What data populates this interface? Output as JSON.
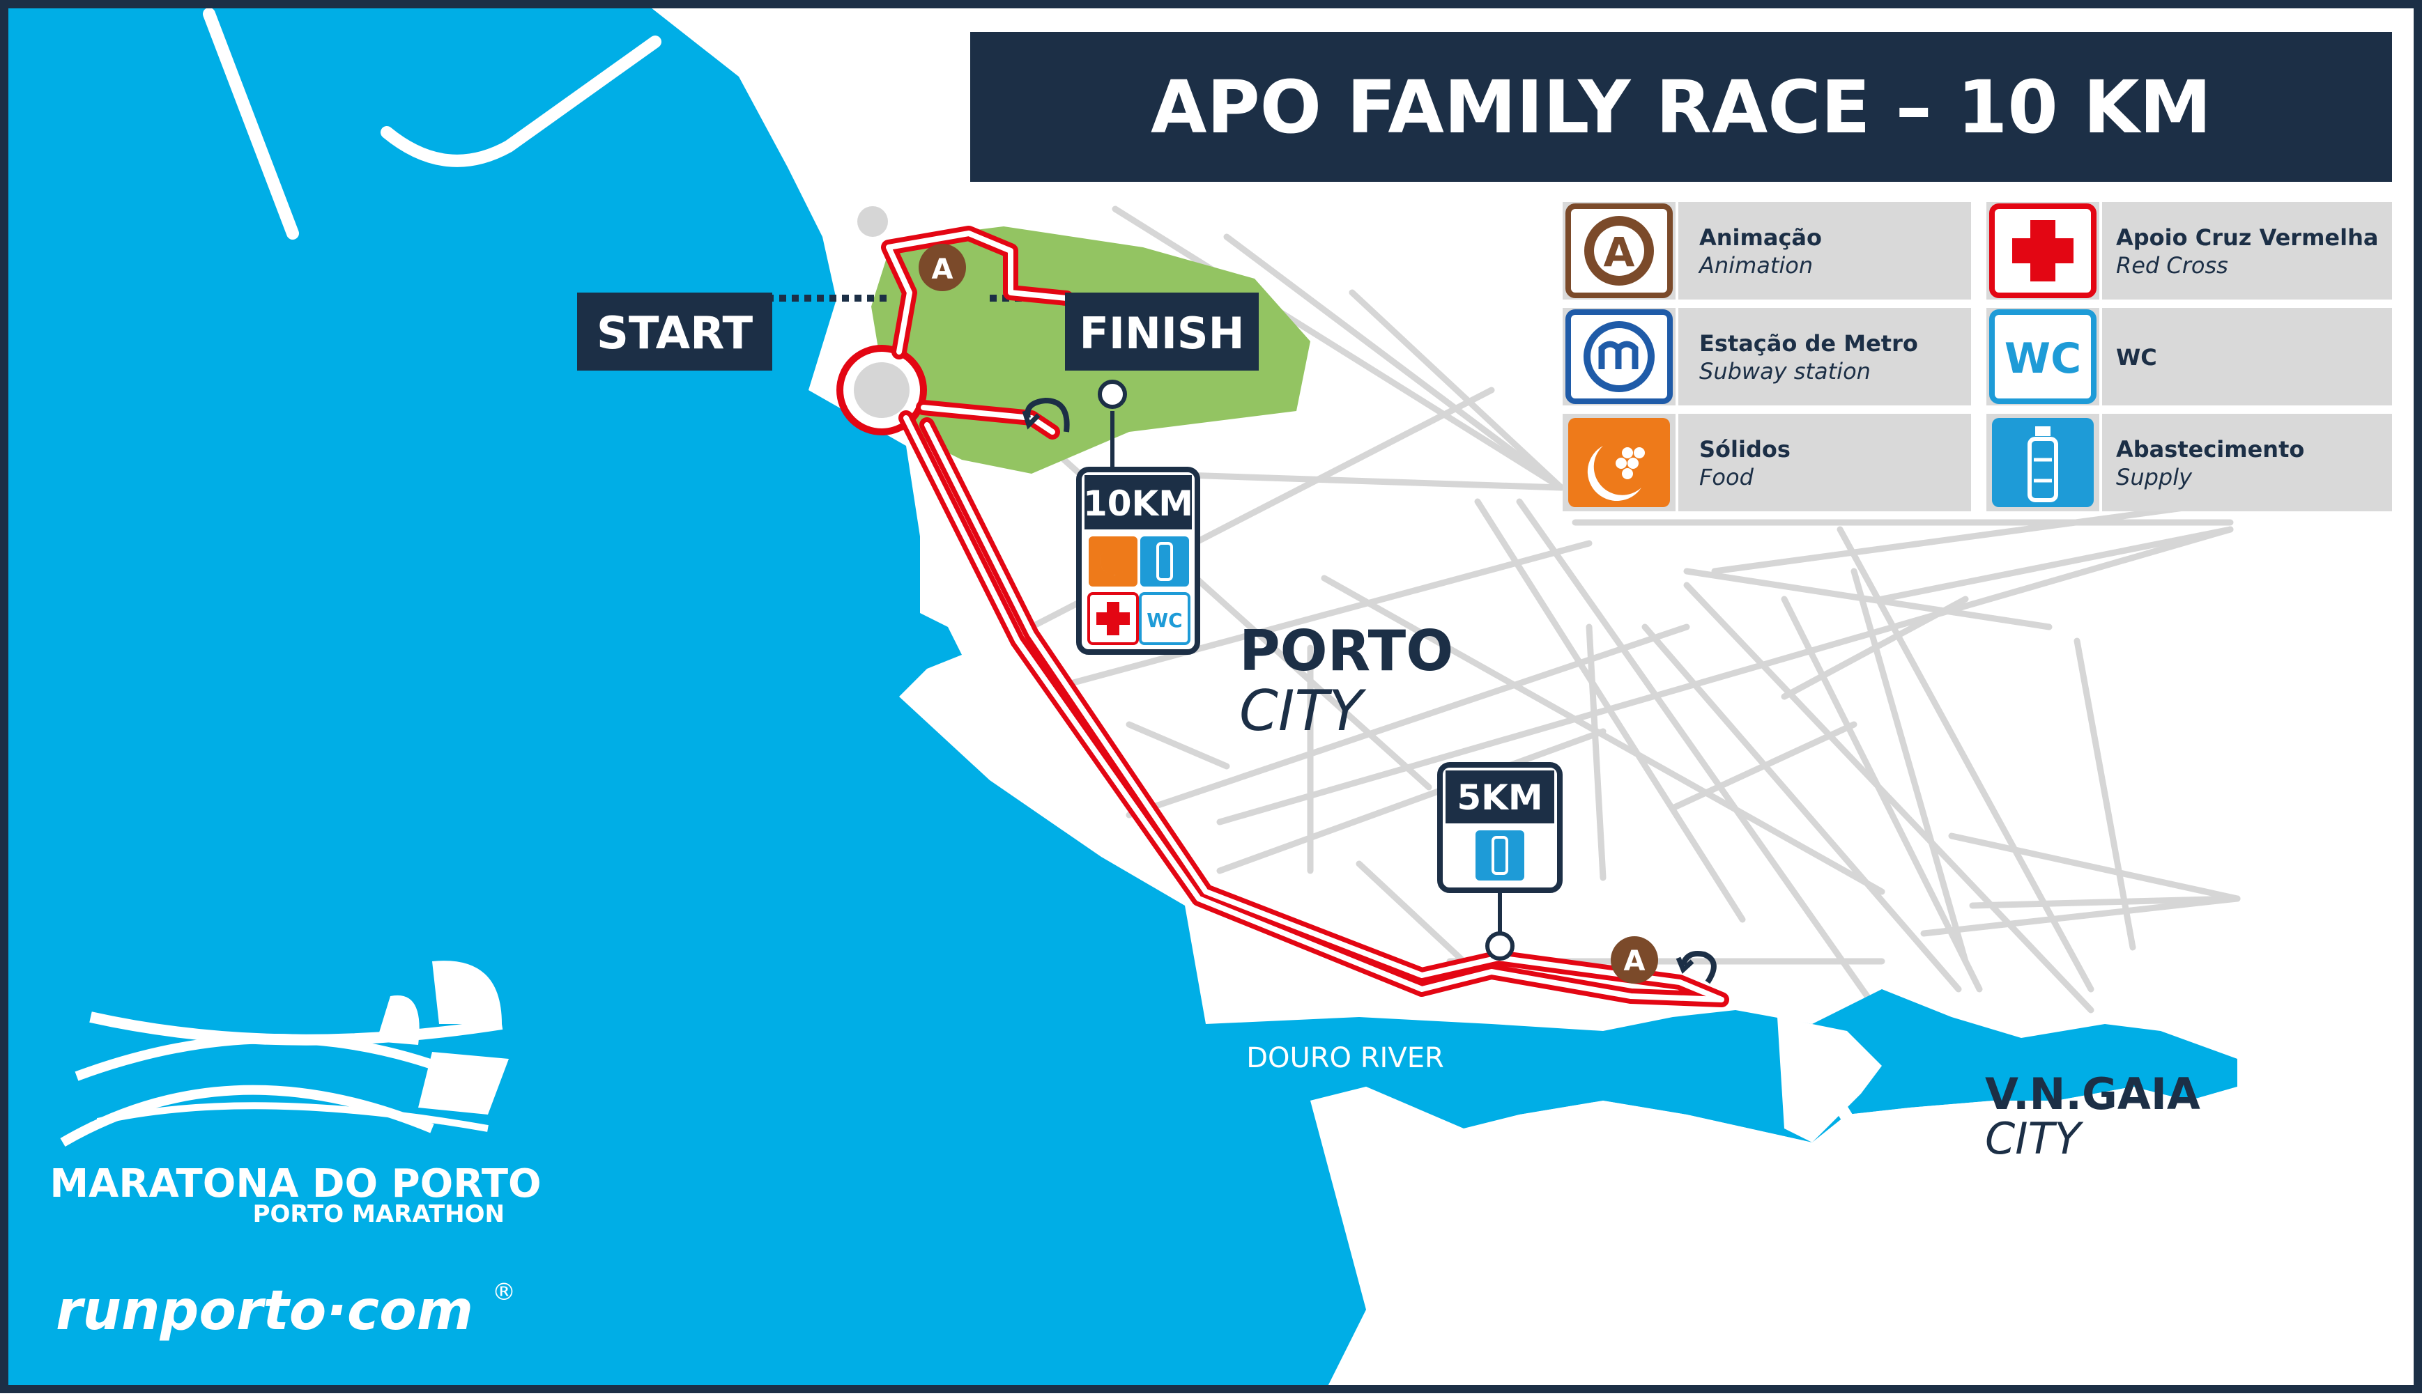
{
  "title": "APO FAMILY RACE – 10 KM",
  "labels": {
    "start": "START",
    "finish": "FINISH",
    "km10": "10KM",
    "km5": "5KM",
    "porto": "PORTO",
    "porto_city": "CITY",
    "gaia": "V.N.GAIA",
    "gaia_city": "CITY",
    "river": "DOURO RIVER",
    "anim_marker": "A",
    "wc_mini": "WC"
  },
  "legend": [
    {
      "name": "Animação",
      "sub": "Animation",
      "icon": "animation-icon",
      "color": "#7B4A2A"
    },
    {
      "name": "Apoio Cruz Vermelha",
      "sub": "Red Cross",
      "icon": "red-cross-icon",
      "color": "#E30613"
    },
    {
      "name": "Estação de Metro",
      "sub": "Subway station",
      "icon": "metro-icon",
      "color": "#1F5BA8"
    },
    {
      "name": "WC",
      "sub": "",
      "icon": "wc-icon",
      "color": "#1E9BD7",
      "glyph": "WC"
    },
    {
      "name": "Sólidos",
      "sub": "Food",
      "icon": "food-icon",
      "color": "#EE7A1A"
    },
    {
      "name": "Abastecimento",
      "sub": "Supply",
      "icon": "water-bottle-icon",
      "color": "#1E9BD7"
    }
  ],
  "logo": {
    "line1": "MARATONA DO PORTO",
    "line2": "PORTO MARATHON",
    "site": "runporto·com",
    "reg": "®"
  },
  "colors": {
    "sea": "#00AEE6",
    "navy": "#1C2F46",
    "route": "#E30613",
    "park": "#93C462",
    "road": "#D6D6D6",
    "legend_bg": "#D9D9D9"
  }
}
